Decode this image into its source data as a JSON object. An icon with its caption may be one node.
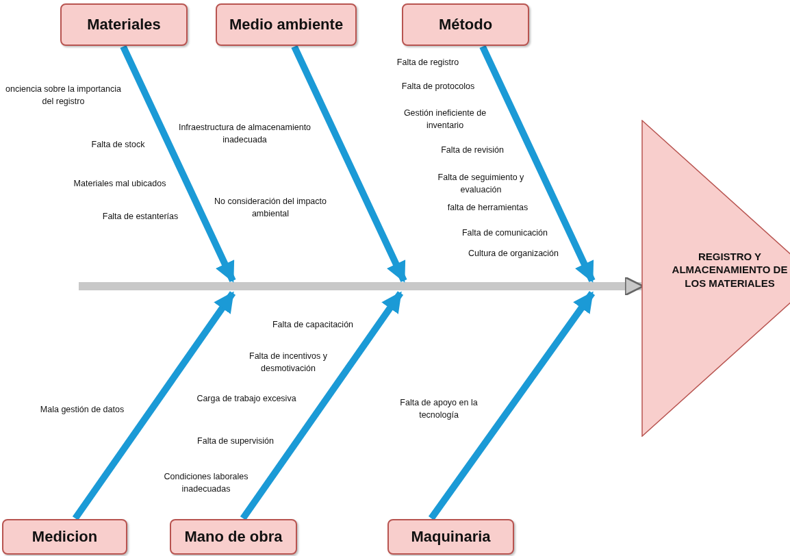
{
  "diagram": {
    "nodes": [
      {
        "text": [
          "Materiales"
        ]
      },
      {
        "text": [
          "Medio ambiente"
        ]
      },
      {
        "text": [
          "Método"
        ]
      },
      {
        "text": [
          "REGISTRO Y ALMACENAMIENTO DE LOS MATERIALES"
        ]
      },
      {
        "text": [
          "Medicion"
        ]
      },
      {
        "text": [
          "Mano de obra"
        ]
      },
      {
        "text": [
          "Maquinaria"
        ]
      }
    ],
    "edges": [
      {
        "from": null,
        "to": 3,
        "arrow": "to",
        "color": "#c8c8c8"
      },
      {
        "from": 0,
        "to": null,
        "arrow": "to"
      },
      {
        "from": 1,
        "to": null,
        "arrow": "to"
      },
      {
        "from": 2,
        "to": null,
        "arrow": "to"
      },
      {
        "from": 4,
        "to": null,
        "arrow": "to"
      },
      {
        "from": 5,
        "to": null,
        "arrow": "to"
      },
      {
        "from": 6,
        "to": null,
        "arrow": "to"
      }
    ],
    "labels": [
      "onciencia sobre la importancia del registro",
      "Falta de stock",
      "Materiales mal ubicados",
      "Falta de estanterías",
      "Infraestructura de almacenamiento inadecuada",
      "No consideración del impacto ambiental",
      "Falta de registro",
      "Falta de protocolos",
      "Gestión ineficiente de inventario",
      "Falta de revisión",
      "Falta de seguimiento y evaluación",
      "falta de herramientas",
      "Falta de comunicación",
      "Cultura de organización",
      "Falta de capacitación",
      "Falta de incentivos y desmotivación",
      "Carga de trabajo excesiva",
      "Falta de supervisión",
      "Condiciones laborales inadecuadas",
      "Mala gestión de datos",
      "Falta de apoyo en la tecnología"
    ]
  }
}
